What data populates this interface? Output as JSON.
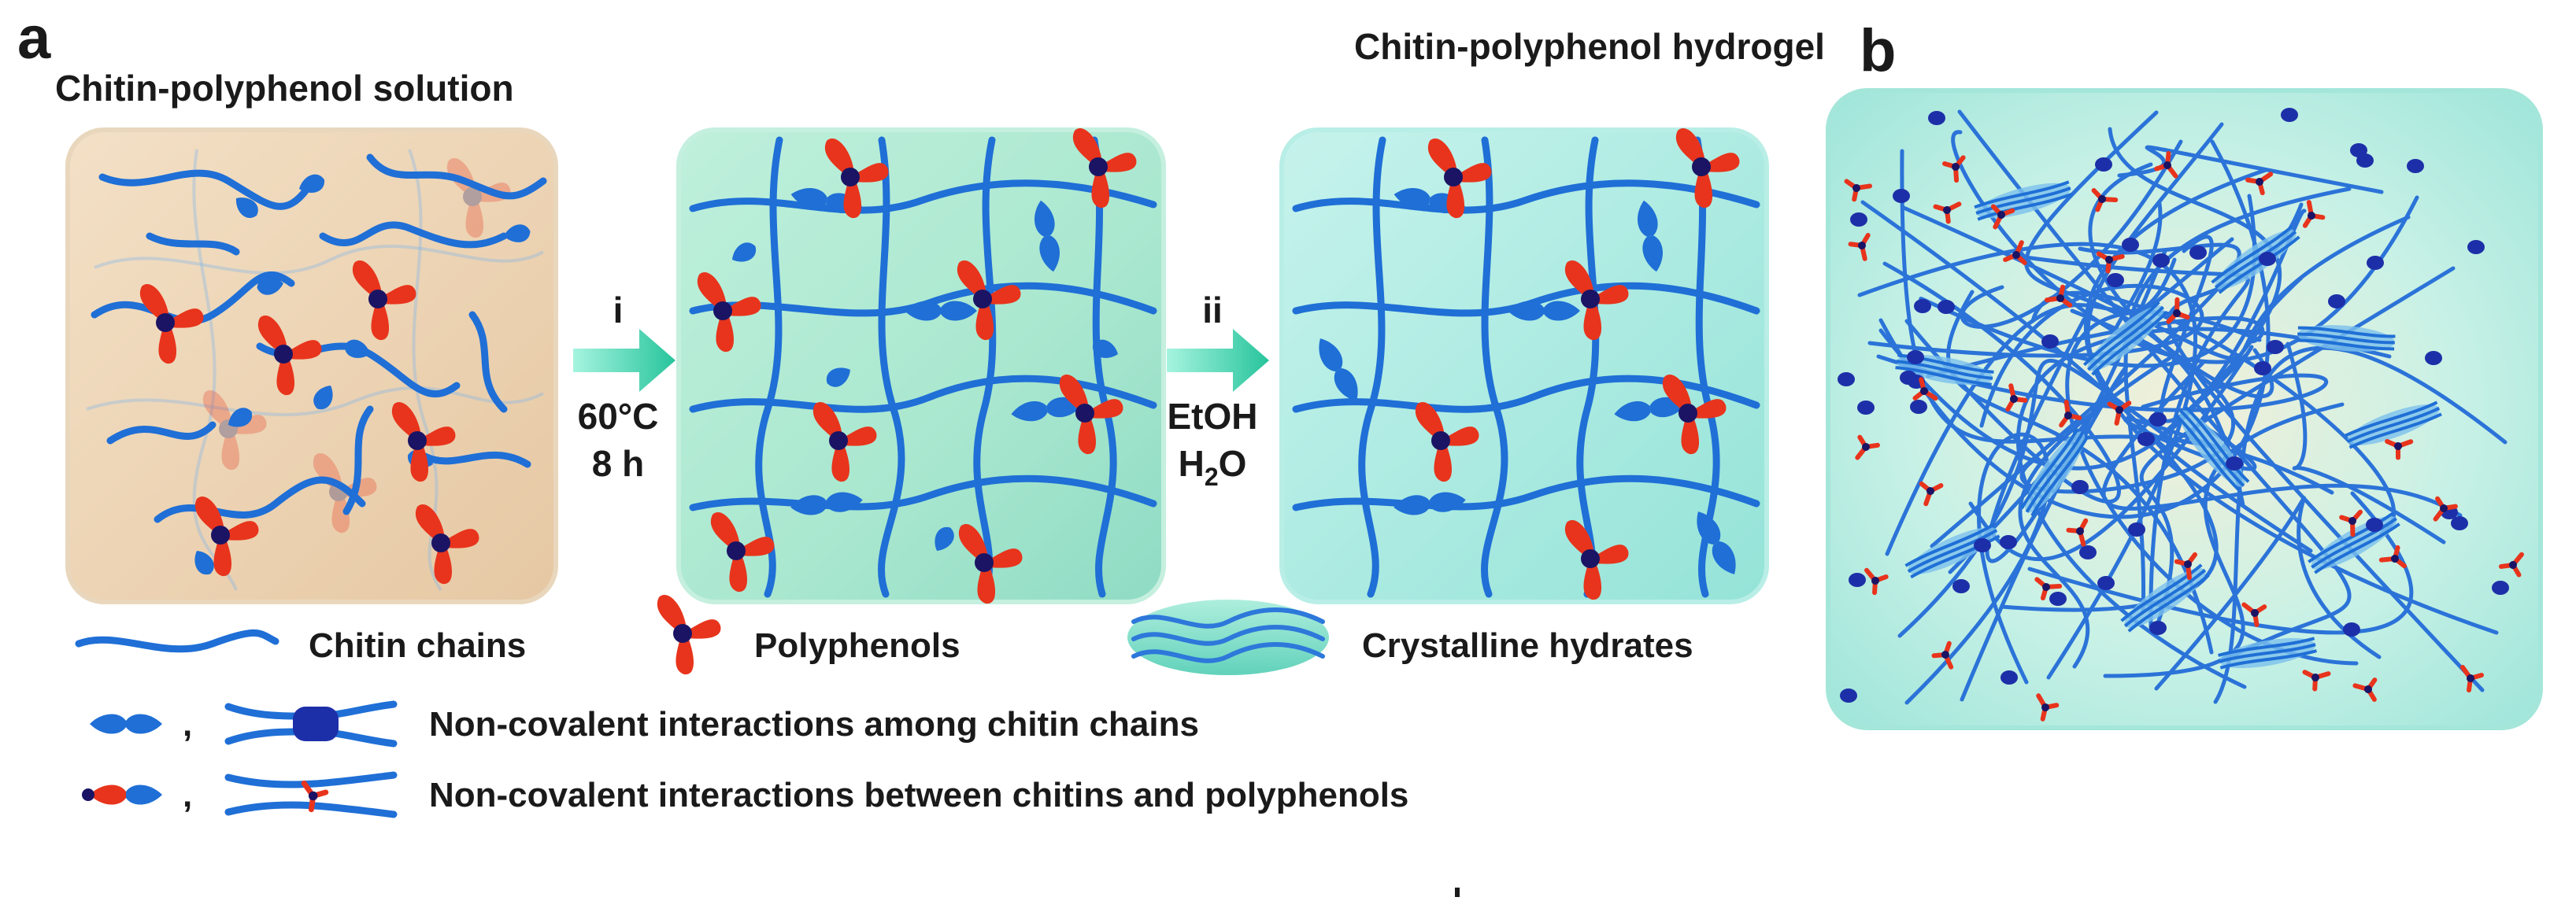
{
  "panels": {
    "a": "a",
    "b": "b"
  },
  "titles": {
    "solution": "Chitin-polyphenol solution",
    "hydrogel": "Chitin-polyphenol hydrogel"
  },
  "steps": {
    "i": {
      "label": "i",
      "line1": "60°C",
      "line2": "8 h"
    },
    "ii": {
      "label": "ii",
      "line1": "EtOH",
      "line2_main": "H",
      "line2_sub": "2",
      "line2_tail": "O"
    }
  },
  "legend": {
    "chitin_chains": "Chitin chains",
    "polyphenols": "Polyphenols",
    "crystalline_hydrates": "Crystalline hydrates",
    "comma": ",",
    "noncov_chitin": "Non-covalent interactions among chitin chains",
    "noncov_chitin_polyphenol": "Non-covalent interactions between chitins and polyphenols"
  },
  "colors": {
    "chain": "#1f6fd6",
    "polyphenol": "#e8341c",
    "polyphenol_core": "#1b1464",
    "node": "#1d2fa8",
    "arrow": "#3ad6b0"
  }
}
